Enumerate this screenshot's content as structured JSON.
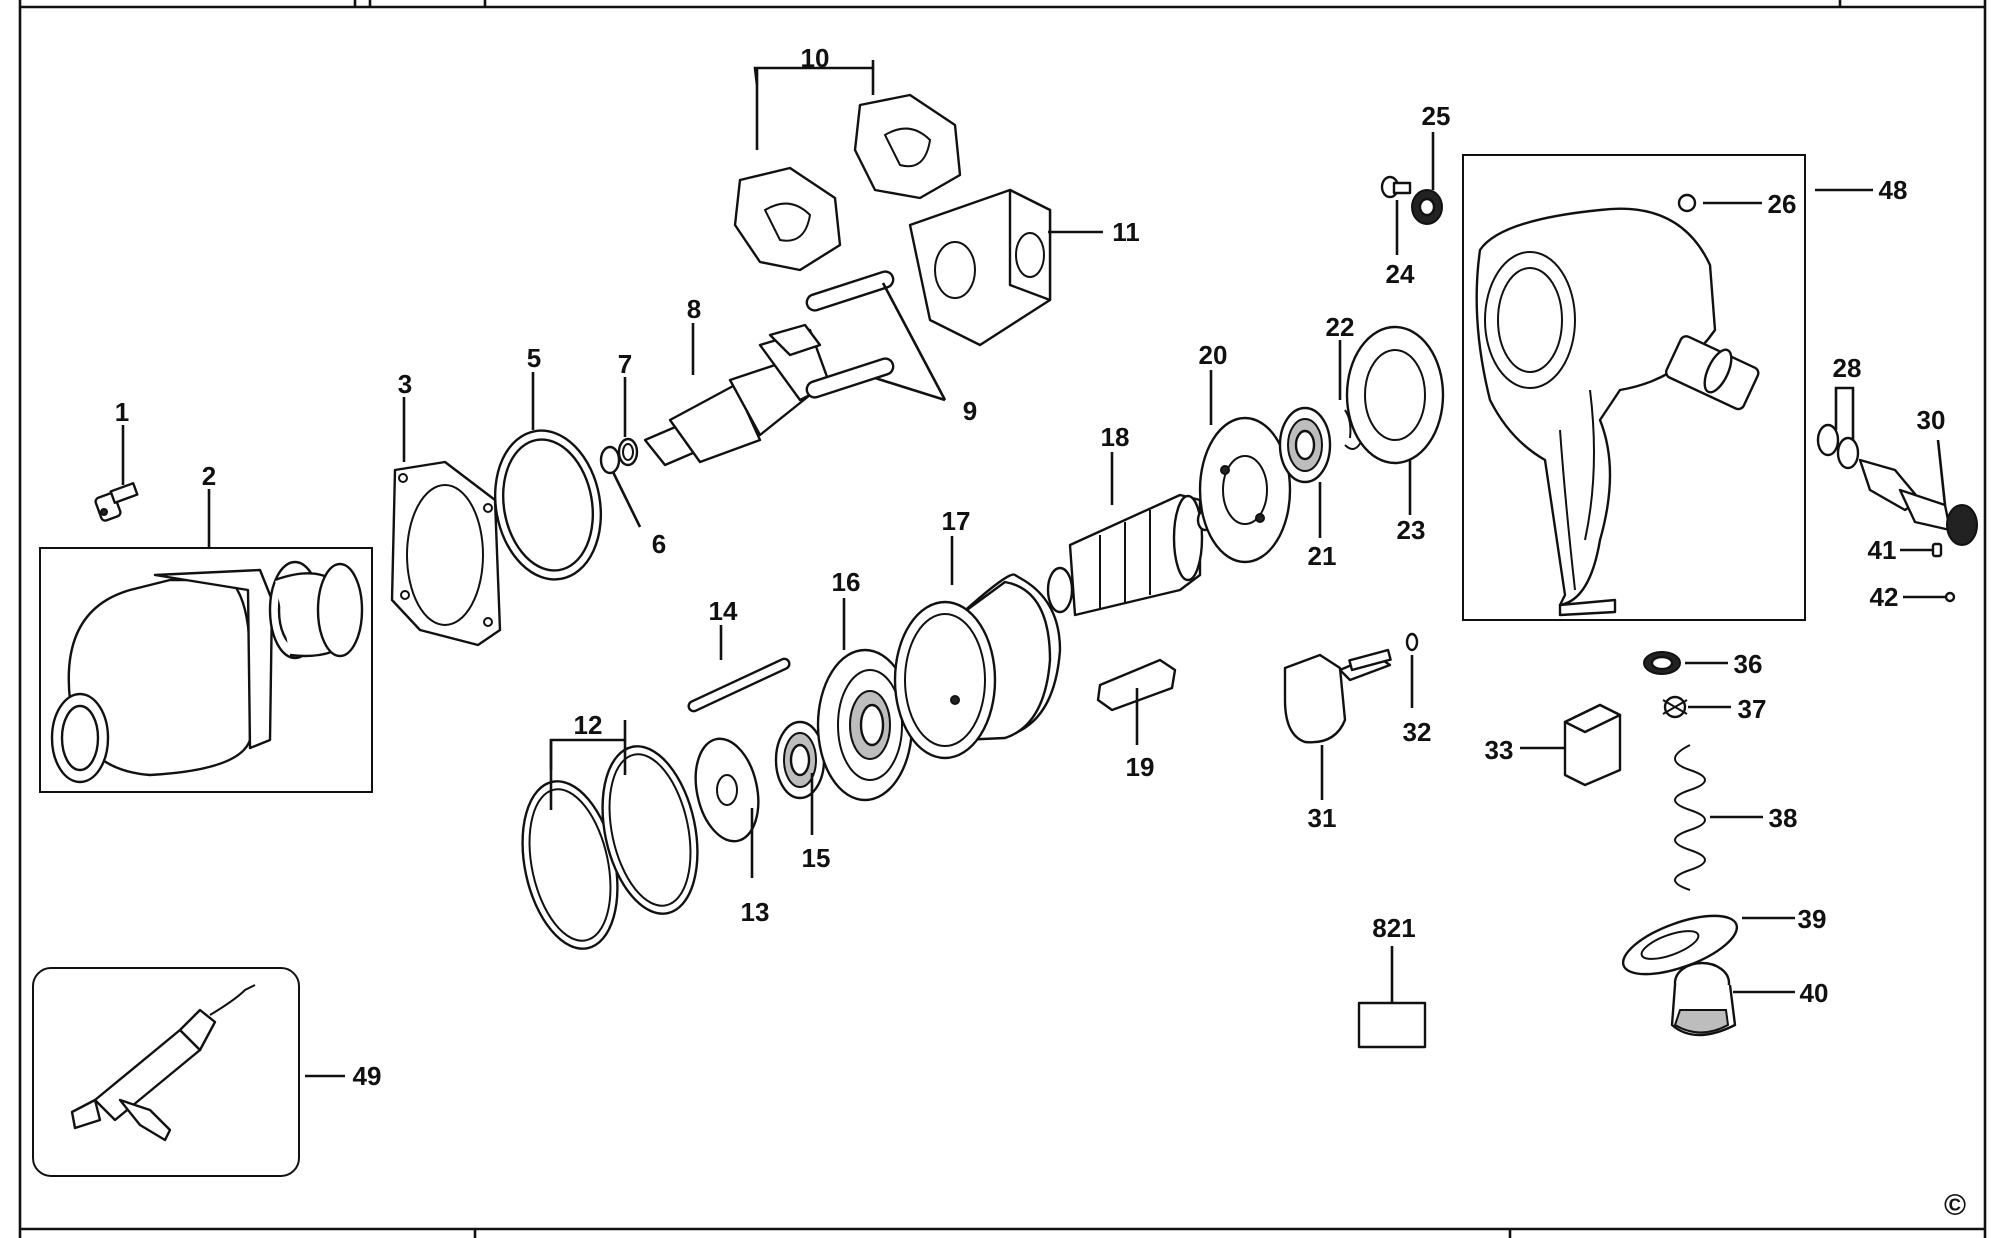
{
  "diagram": {
    "part_labels": [
      "1",
      "2",
      "3",
      "5",
      "6",
      "7",
      "8",
      "9",
      "10",
      "11",
      "12",
      "13",
      "14",
      "15",
      "16",
      "17",
      "18",
      "19",
      "20",
      "21",
      "22",
      "23",
      "24",
      "25",
      "26",
      "28",
      "30",
      "31",
      "32",
      "33",
      "36",
      "37",
      "38",
      "39",
      "40",
      "41",
      "42",
      "48",
      "49",
      "821"
    ],
    "copyright": "©"
  }
}
